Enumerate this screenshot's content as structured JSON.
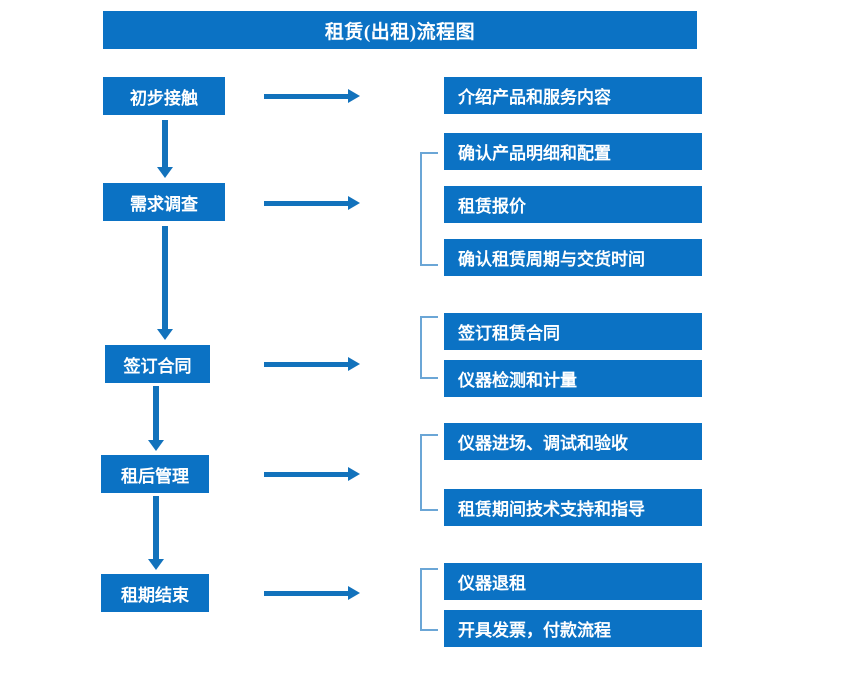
{
  "title": "租赁(出租)流程图",
  "colors": {
    "box_fill": "#0B72C4",
    "box_text": "#FFFFFF",
    "arrow": "#1272BC",
    "bracket": "#6BA6D6",
    "background": "#FFFFFF"
  },
  "stages": [
    {
      "label": "初步接触"
    },
    {
      "label": "需求调查"
    },
    {
      "label": "签订合同"
    },
    {
      "label": "租后管理"
    },
    {
      "label": "租期结束"
    }
  ],
  "details": [
    {
      "label": "介绍产品和服务内容"
    },
    {
      "label": "确认产品明细和配置"
    },
    {
      "label": "租赁报价"
    },
    {
      "label": "确认租赁周期与交货时间"
    },
    {
      "label": "签订租赁合同"
    },
    {
      "label": "仪器检测和计量"
    },
    {
      "label": "仪器进场、调试和验收"
    },
    {
      "label": "租赁期间技术支持和指导"
    },
    {
      "label": "仪器退租"
    },
    {
      "label": "开具发票，付款流程"
    }
  ]
}
